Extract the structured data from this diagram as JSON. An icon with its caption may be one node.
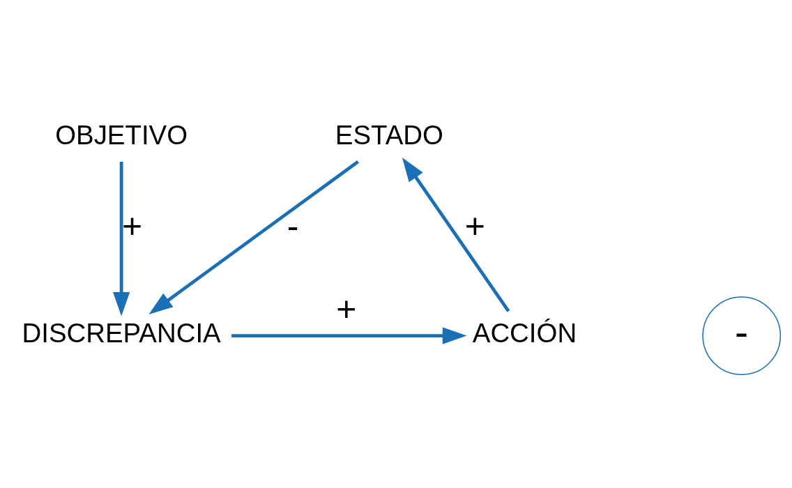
{
  "diagram": {
    "nodes": [
      {
        "text": [
          "ESTADO"
        ]
      },
      {
        "text": [
          "OBJETIVO"
        ]
      },
      {
        "text": [
          "ACCIÓN"
        ]
      },
      {
        "text": [
          "DISCREPANCIA"
        ]
      }
    ],
    "edges": [
      {
        "from": 2,
        "to": 0,
        "arrow": "to",
        "label": "+"
      },
      {
        "from": 0,
        "to": 3,
        "arrow": "to",
        "label": "-"
      },
      {
        "from": 1,
        "to": 3,
        "arrow": "to",
        "label": "+"
      },
      {
        "from": 3,
        "to": 2,
        "arrow": "to",
        "label": "+"
      }
    ],
    "labels": [
      "-"
    ]
  }
}
